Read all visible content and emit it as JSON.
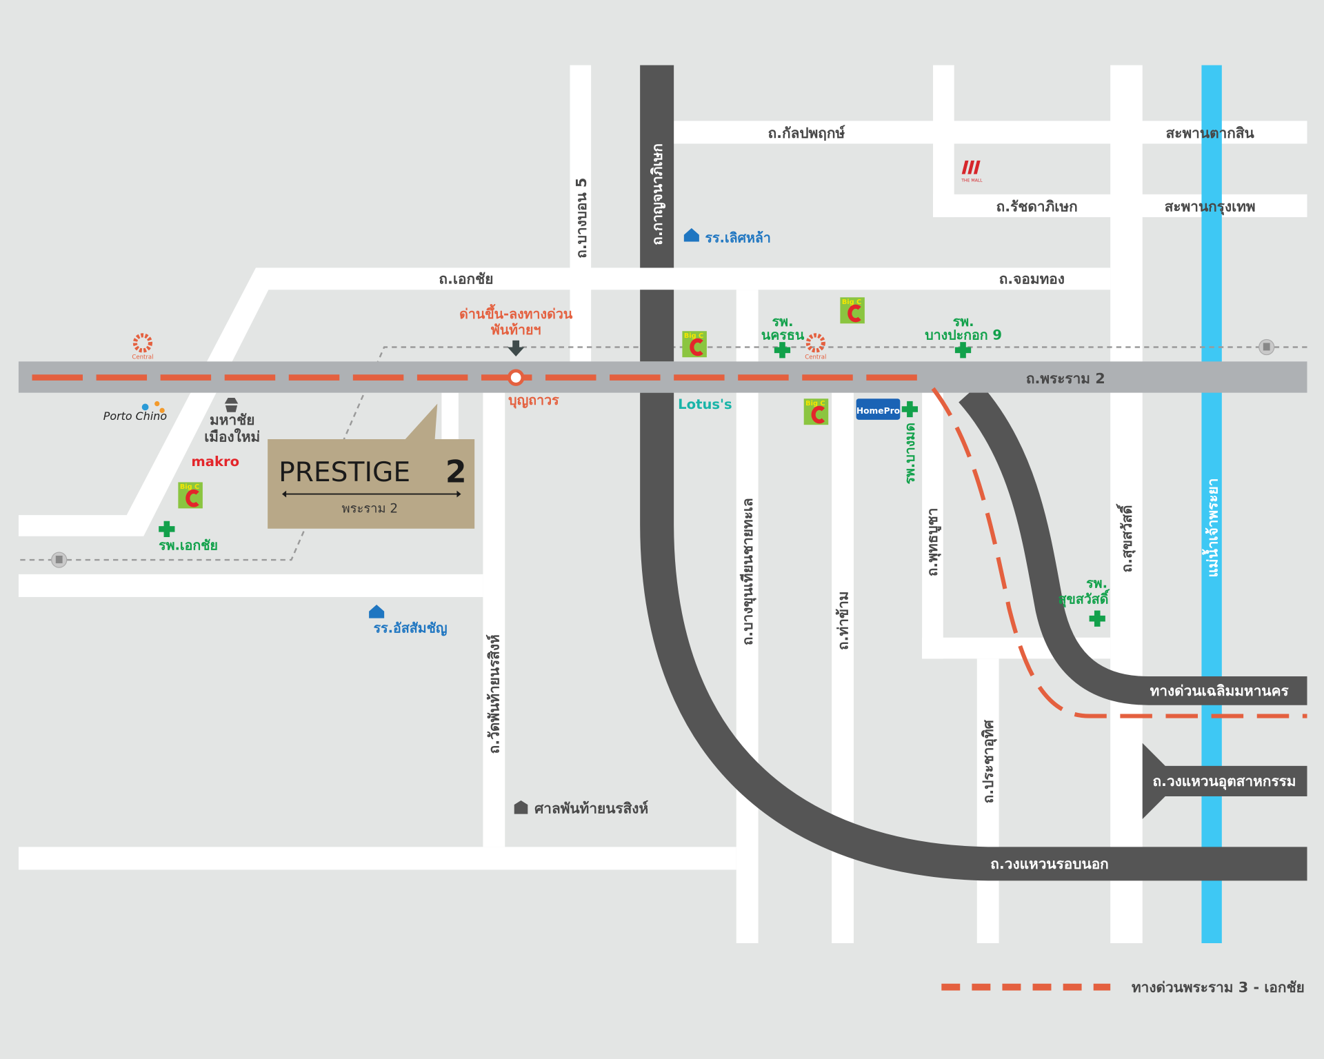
{
  "title": "PRESTIGE 2",
  "project": {
    "name": "PRESTIGE",
    "number": "2",
    "subtitle": "พระราม 2"
  },
  "colors": {
    "background": "#e3e5e4",
    "main_road": "#aeb1b4",
    "expressway": "#555555",
    "river": "#3ec8f4",
    "expressway_route": "#e4603f",
    "project_box": "#b8a888",
    "hospital": "#12a14b",
    "school": "#1f76c1"
  },
  "roads": {
    "rama2": "ถ.พระราม 2",
    "ekkachai": "ถ.เอกชัย",
    "chomthong": "ถ.จอมทอง",
    "kanlapaphruek": "ถ.กัลปพฤกษ์",
    "ratchadaphisek": "ถ.รัชดาภิเษก",
    "saphan_taksin": "สะพานตากสิน",
    "saphan_krungthep": "สะพานกรุงเทพ",
    "bangbon5": "ถ.บางบอน 5",
    "kanchanaphisek": "ถ.กาญจนาภิเษก",
    "wat_phanthai": "ถ.วัดพันท้ายนรสิงห์",
    "bangkhunthian": "ถ.บางขุนเทียนชายทะเล",
    "thakham": "ถ.ท่าข้าม",
    "phutthabucha": "ถ.พุทธบูชา",
    "prachauthit": "ถ.ประชาอุทิศ",
    "suksawat": "ถ.สุขสวัสดิ์",
    "river": "แม่น้ำเจ้าพระยา",
    "chaloem_mahanakhon": "ทางด่วนเฉลิมมหานคร",
    "industrial_ring": "ถ.วงแหวนอุตสาหกรรม",
    "outer_ring": "ถ.วงแหวนรอบนอก"
  },
  "places": {
    "toll_gate": "ด่านขึ้น-ลงทางด่วน",
    "toll_gate2": "พันท้ายฯ",
    "boonthavorn": "บุญถาวร",
    "mahachai_1": "มหาชัย",
    "mahachai_2": "เมืองใหม่",
    "makro": "makro",
    "porto_chino": "Porto Chino",
    "central": "Central",
    "bigc": "Big C",
    "lotus": "Lotus's",
    "homepro": "HomePro",
    "the_mall": "THE MALL",
    "hosp_ekkachai": "รพ.เอกชัย",
    "hosp_nakhonthon_1": "รพ.",
    "hosp_nakhonthon_2": "นครธน",
    "hosp_bangpakok_1": "รพ.",
    "hosp_bangpakok_2": "บางปะกอก 9",
    "hosp_bangmod": "รพ.บางมด",
    "hosp_suksawat_1": "รพ.",
    "hosp_suksawat_2": "สุขสวัสดิ์",
    "school_lertla": "รร.เลิศหล้า",
    "school_assumption": "รร.อัสสัมชัญ",
    "court": "ศาลพันท้ายนรสิงห์"
  },
  "legend": {
    "expressway_route": "ทางด่วนพระราม 3 - เอกชัย"
  }
}
